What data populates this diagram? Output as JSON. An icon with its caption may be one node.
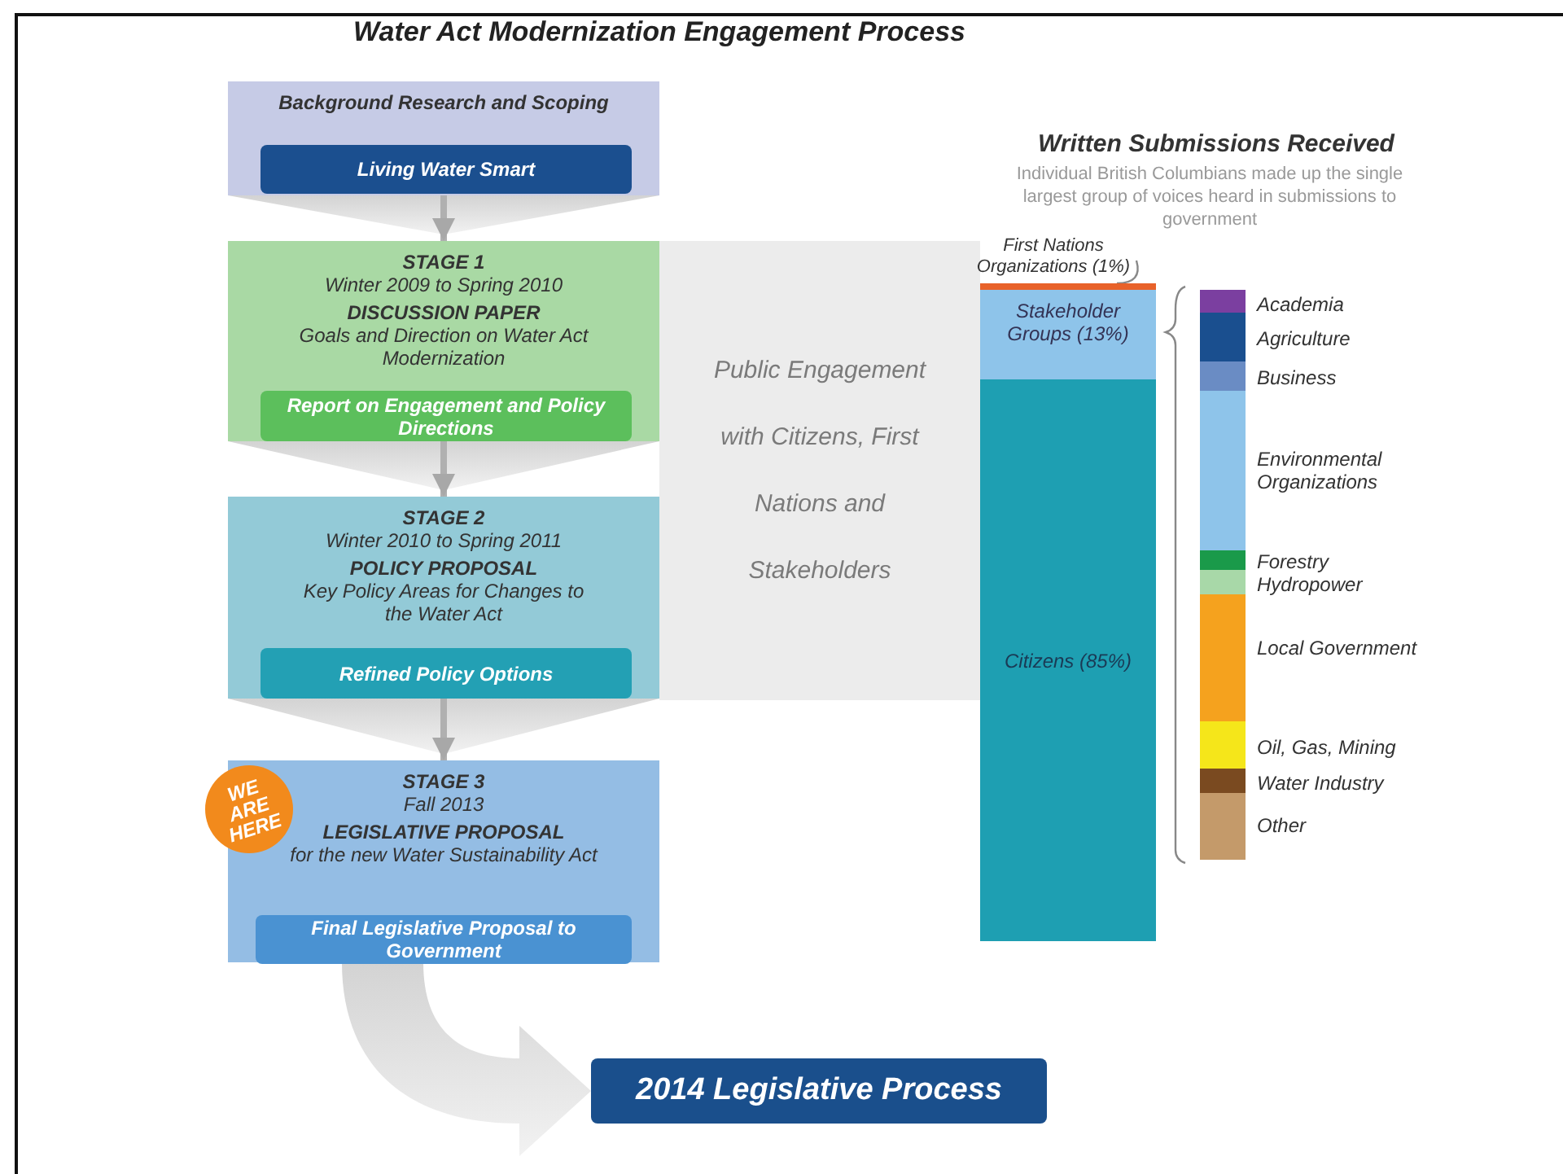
{
  "diagram": {
    "title": "Water Act Modernization Engagement Process",
    "nodes": [
      {
        "text": [
          "Background Research and Scoping"
        ]
      },
      {
        "text": [
          "Living Water Smart"
        ],
        "in": 0
      },
      {
        "text": [
          "STAGE 1",
          "Winter 2009 to Spring 2010",
          "DISCUSSION PAPER",
          "Goals and Direction on Water Act Modernization"
        ]
      },
      {
        "text": [
          "Report on Engagement and Policy Directions"
        ],
        "in": 2
      },
      {
        "text": [
          "STAGE 2",
          "Winter 2010 to Spring 2011",
          "POLICY PROPOSAL",
          "Key Policy Areas for Changes to the Water Act"
        ]
      },
      {
        "text": [
          "Refined Policy Options"
        ],
        "in": 4
      },
      {
        "text": [
          "STAGE 3",
          "Fall 2013",
          "LEGISLATIVE PROPOSAL",
          "for the new Water Sustainability Act"
        ]
      },
      {
        "text": [
          "WE ARE HERE"
        ]
      },
      {
        "text": [
          "Final Legislative Proposal to Government"
        ],
        "in": 6
      },
      {
        "text": [
          "2014 Legislative Process"
        ]
      },
      {
        "text": [
          "Public Engagement with Citizens, First Nations and Stakeholders"
        ]
      },
      {
        "text": [
          "First Nations Organizations (1%)"
        ]
      },
      {
        "text": [],
        "shape": "bar"
      },
      {
        "text": [
          "Stakeholder Groups (13%)"
        ]
      },
      {
        "text": [
          "Citizens (85%)"
        ]
      }
    ],
    "edges": [
      {
        "from": 0,
        "to": 2,
        "arrow": "to"
      },
      {
        "from": 2,
        "to": 4,
        "arrow": "to"
      },
      {
        "from": 4,
        "to": 6,
        "arrow": "to"
      },
      {
        "from": 6,
        "to": 9,
        "arrow": "to",
        "style": "thick"
      },
      {
        "from": 11,
        "to": 12,
        "arrow": "none"
      }
    ],
    "labels": [
      "Written Submissions Received",
      "Individual British Columbians made up the single largest group of voices heard in submissions to government"
    ],
    "legend": [
      {
        "text": "Academia",
        "color": "#7b3fa0"
      },
      {
        "text": "Agriculture",
        "color": "#1a4f8f"
      },
      {
        "text": "Business",
        "color": "#6a8cc4"
      },
      {
        "text": "Environmental Organizations",
        "color": "#8ec4ea"
      },
      {
        "text": "Forestry",
        "color": "#1a9a4a"
      },
      {
        "text": "Hydropower",
        "color": "#a8d8a8"
      },
      {
        "text": "Local Government",
        "color": "#f5a21e"
      },
      {
        "text": "Oil, Gas, Mining",
        "color": "#f5e61a"
      },
      {
        "text": "Water Industry",
        "color": "#7a4a20"
      },
      {
        "text": "Other",
        "color": "#c49a6a"
      }
    ]
  }
}
